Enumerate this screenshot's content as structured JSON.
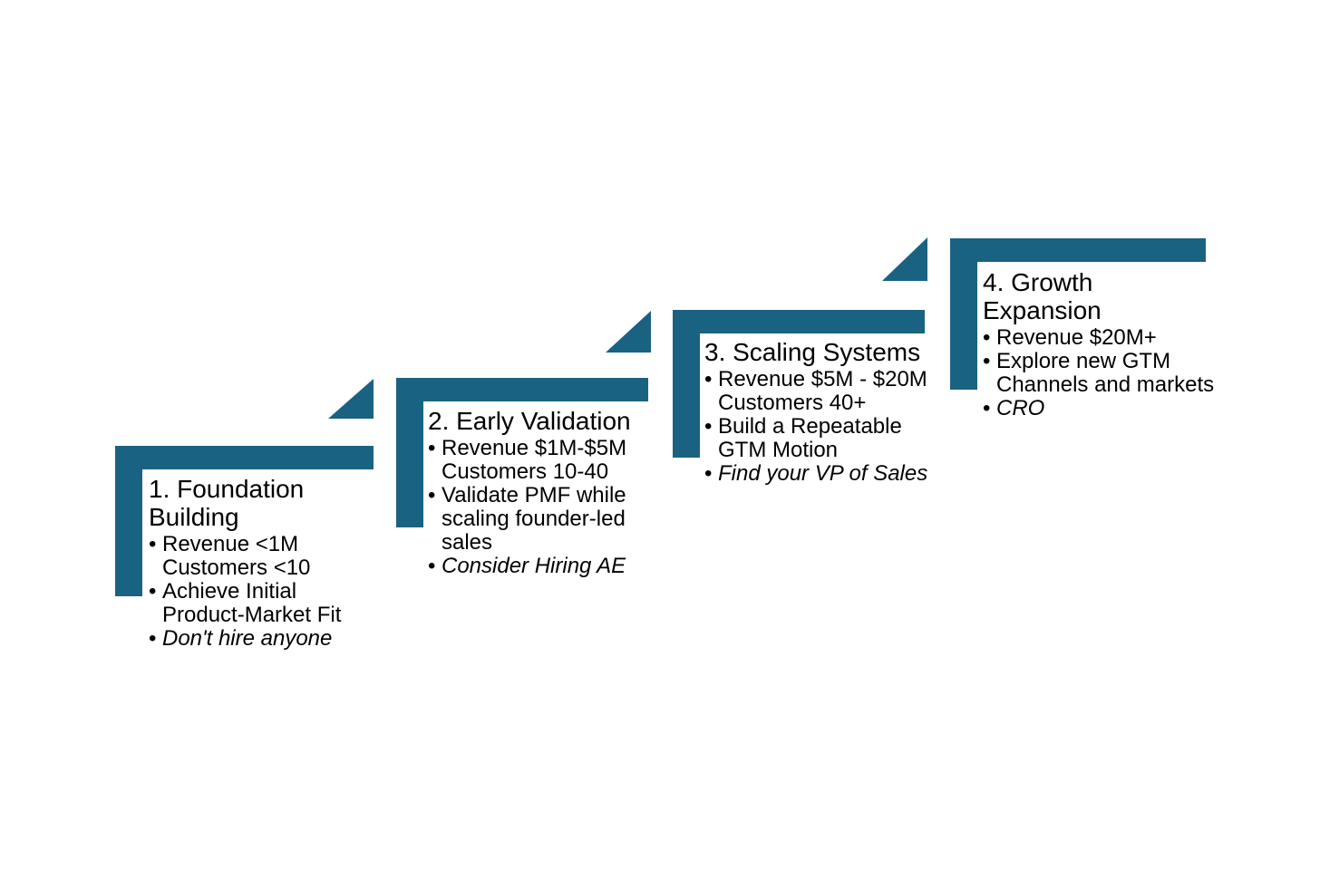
{
  "slide": {
    "background_color": "#ffffff",
    "accent_color": "#1a6281",
    "text_color": "#000000"
  },
  "steps": [
    {
      "id": "foundation-building",
      "title": "1. Foundation\nBuilding",
      "bullets": [
        {
          "text": "Revenue <1M\nCustomers <10",
          "emphasis": false
        },
        {
          "text": "Achieve Initial\nProduct-Market Fit",
          "emphasis": false
        },
        {
          "text": "Don't hire anyone",
          "emphasis": true
        }
      ]
    },
    {
      "id": "early-validation",
      "title": "2. Early Validation",
      "bullets": [
        {
          "text": "Revenue $1M-$5M\nCustomers 10-40",
          "emphasis": false
        },
        {
          "text": "Validate PMF while\nscaling founder-led\nsales",
          "emphasis": false
        },
        {
          "text": "Consider Hiring AE",
          "emphasis": true
        }
      ]
    },
    {
      "id": "scaling-systems",
      "title": "3. Scaling Systems",
      "bullets": [
        {
          "text": "Revenue $5M - $20M\nCustomers 40+",
          "emphasis": false
        },
        {
          "text": "Build a Repeatable\nGTM Motion",
          "emphasis": false
        },
        {
          "text": "Find your VP of Sales",
          "emphasis": true
        }
      ]
    },
    {
      "id": "growth-expansion",
      "title": "4. Growth\nExpansion",
      "bullets": [
        {
          "text": "Revenue $20M+",
          "emphasis": false
        },
        {
          "text": "Explore new GTM\nChannels and markets",
          "emphasis": false
        },
        {
          "text": "CRO",
          "emphasis": true
        }
      ]
    }
  ]
}
